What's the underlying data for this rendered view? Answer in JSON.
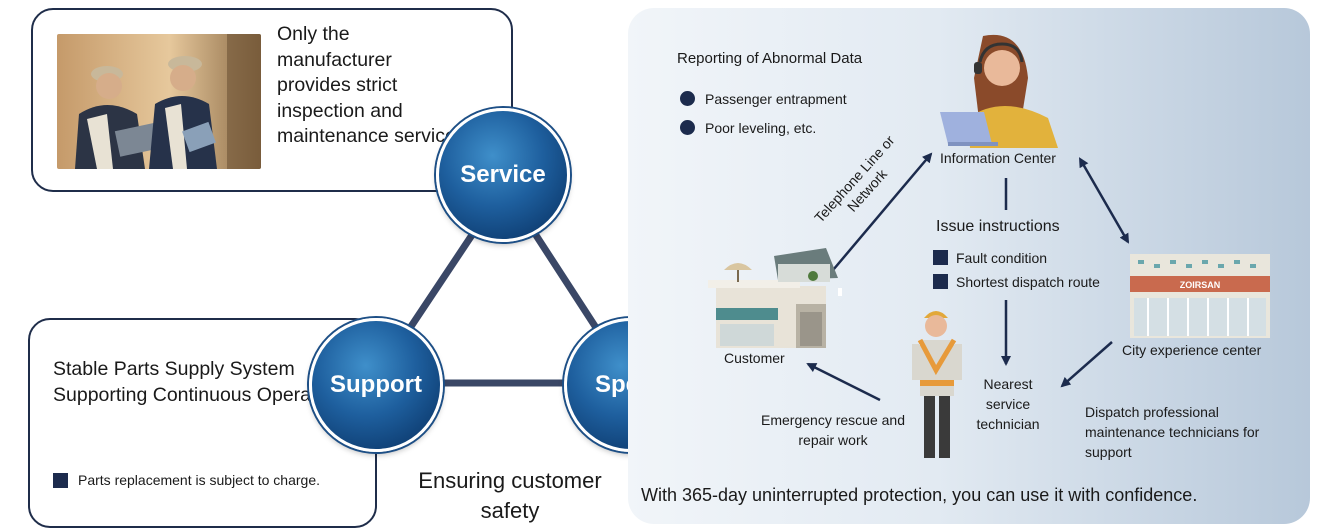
{
  "service_box": {
    "text": "Only the manufacturer provides strict inspection and maintenance services"
  },
  "support_box": {
    "text": "Stable Parts Supply System Supporting Continuous Operation",
    "note": "Parts replacement is subject to charge."
  },
  "circles": {
    "service": "Service",
    "support": "Support",
    "speed": "Speed"
  },
  "center_caption": "Ensuring customer safety",
  "panel": {
    "reporting_title": "Reporting of Abnormal Data",
    "reporting_items": [
      "Passenger entrapment",
      "Poor leveling, etc."
    ],
    "information_center": "Information Center",
    "telephone_label": "Telephone Line or Network",
    "issue_title": "Issue instructions",
    "issue_items": [
      "Fault condition",
      "Shortest dispatch route"
    ],
    "customer": "Customer",
    "city_center": "City experience center",
    "building_sign": "ZOIRSAN",
    "nearest_technician": "Nearest service technician",
    "emergency": "Emergency rescue and repair work",
    "dispatch": "Dispatch professional maintenance technicians for support",
    "footer": "With 365-day uninterrupted protection, you can use it with confidence."
  },
  "colors": {
    "navy": "#1c2b4d",
    "circle_blue": "#1e5f9e",
    "panel_edge": "#b7c8da"
  }
}
